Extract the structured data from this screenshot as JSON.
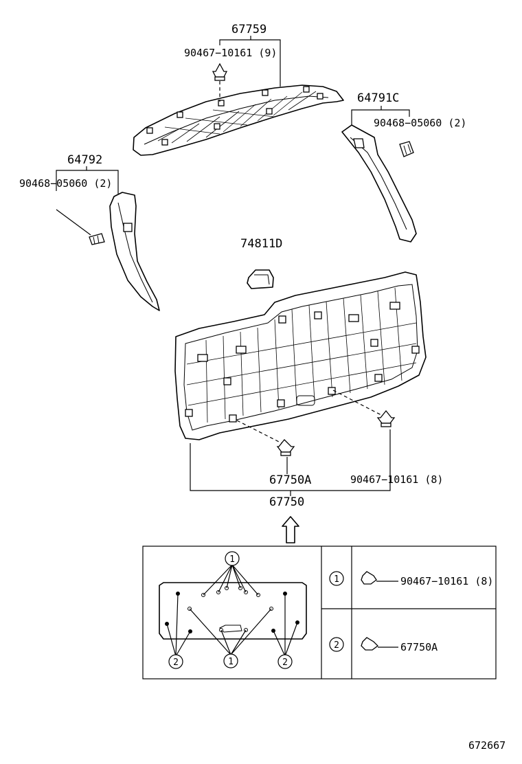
{
  "labels": {
    "upper_trim": "67759",
    "upper_clip": "90467−10161 (9)",
    "left_pillar": "64792",
    "left_clip": "90468−05060 (2)",
    "right_pillar": "64791C",
    "right_clip": "90468−05060 (2)",
    "handle": "74811D",
    "door_clip": "67750A",
    "door_screw": "90467−10161 (8)",
    "door_board": "67750"
  },
  "legend": {
    "callout_1": "1",
    "callout_2": "2",
    "rows": [
      {
        "index": "1",
        "part": "90467−10161 (8)"
      },
      {
        "index": "2",
        "part": "67750A"
      }
    ]
  },
  "drawing_code": "672667"
}
